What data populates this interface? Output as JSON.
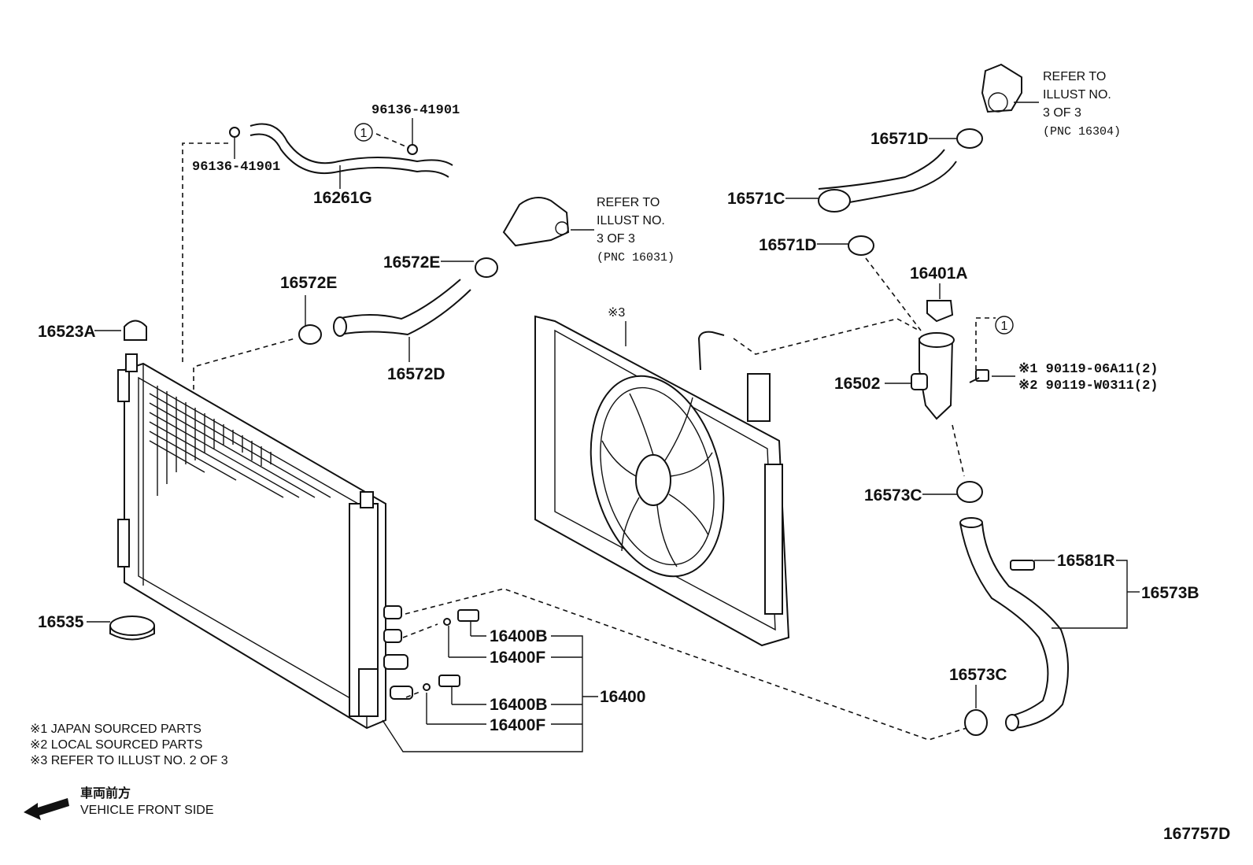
{
  "labels": {
    "p96136_top": "96136-41901",
    "p96136_left": "96136-41901",
    "p16261G": "16261G",
    "p16572E_a": "16572E",
    "p16572E_b": "16572E",
    "p16572D": "16572D",
    "p16523A": "16523A",
    "p16535": "16535",
    "p16400B_a": "16400B",
    "p16400F_a": "16400F",
    "p16400": "16400",
    "p16400B_b": "16400B",
    "p16400F_b": "16400F",
    "p16571D_a": "16571D",
    "p16571C": "16571C",
    "p16571D_b": "16571D",
    "p16401A": "16401A",
    "p16502": "16502",
    "p16573C_a": "16573C",
    "p16581R": "16581R",
    "p16573B": "16573B",
    "p16573C_b": "16573C",
    "circle1_a": "1",
    "circle1_b": "1",
    "mark3": "※3",
    "bolt1": "※1 90119-06A11(2)",
    "bolt2": "※2 90119-W0311(2)",
    "diagram_id": "167757D"
  },
  "refs": {
    "pnc16031": [
      "REFER TO",
      "ILLUST NO.",
      "3 OF 3",
      "(PNC 16031)"
    ],
    "pnc16304": [
      "REFER TO",
      "ILLUST NO.",
      "3 OF 3",
      "(PNC 16304)"
    ]
  },
  "legend": {
    "notes": [
      "※1  JAPAN SOURCED PARTS",
      "※2  LOCAL SOURCED PARTS",
      "※3  REFER TO ILLUST NO. 2 OF 3"
    ],
    "direction_jp": "車両前方",
    "direction_en": "VEHICLE FRONT SIDE"
  }
}
